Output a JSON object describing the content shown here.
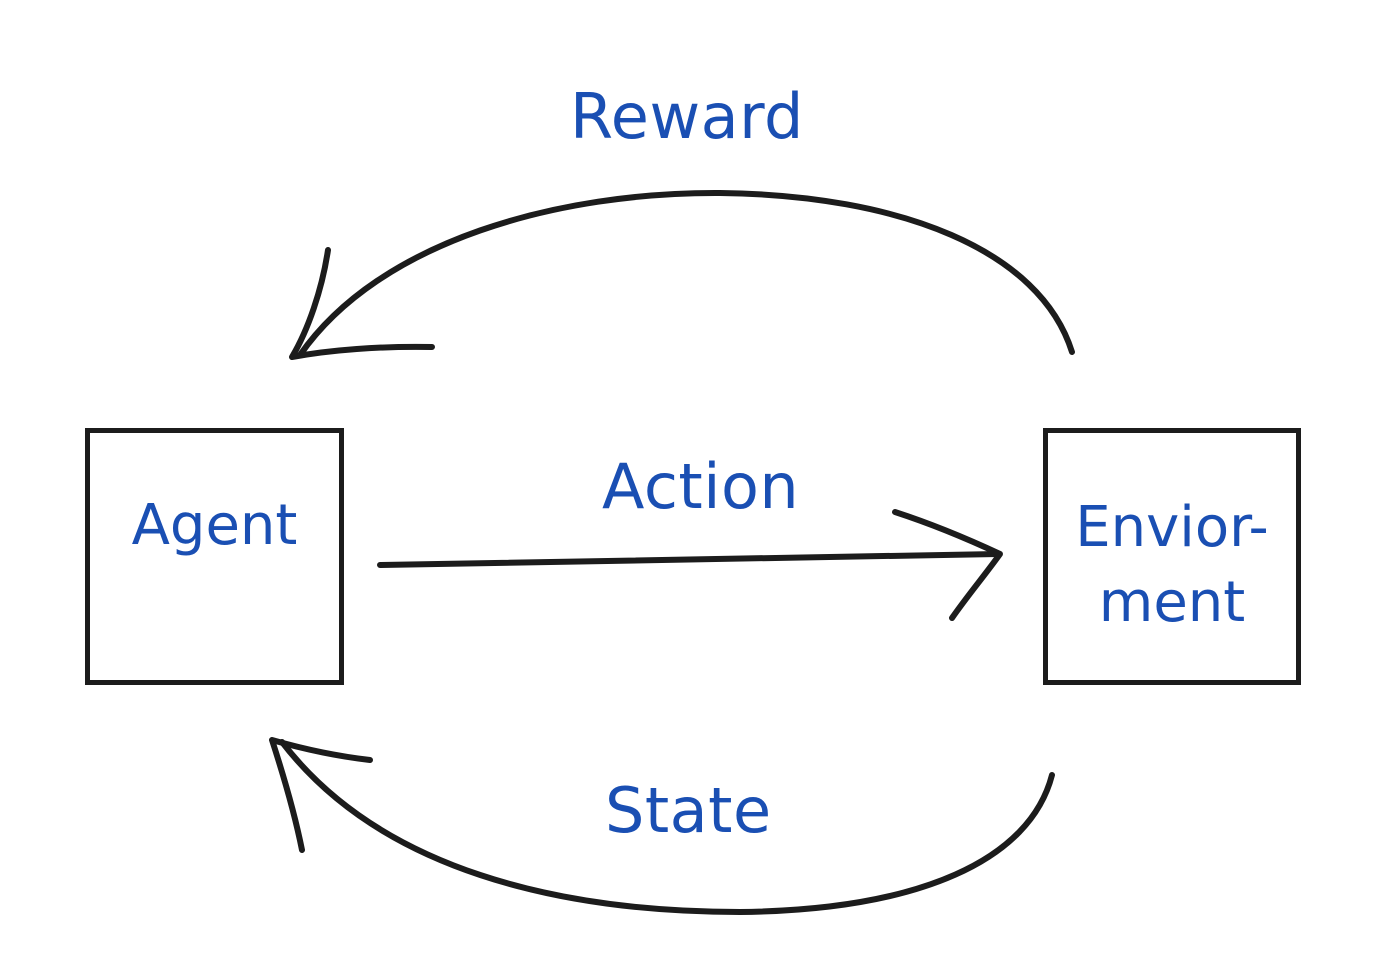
{
  "colors": {
    "label_blue": "#1a4fb3",
    "stroke": "#1c1c1c",
    "background": "#ffffff"
  },
  "nodes": {
    "agent": {
      "label": "Agent"
    },
    "environment": {
      "line1": "Envior-",
      "line2": "ment"
    }
  },
  "edges": {
    "reward": {
      "label": "Reward"
    },
    "action": {
      "label": "Action"
    },
    "state": {
      "label": "State"
    }
  }
}
